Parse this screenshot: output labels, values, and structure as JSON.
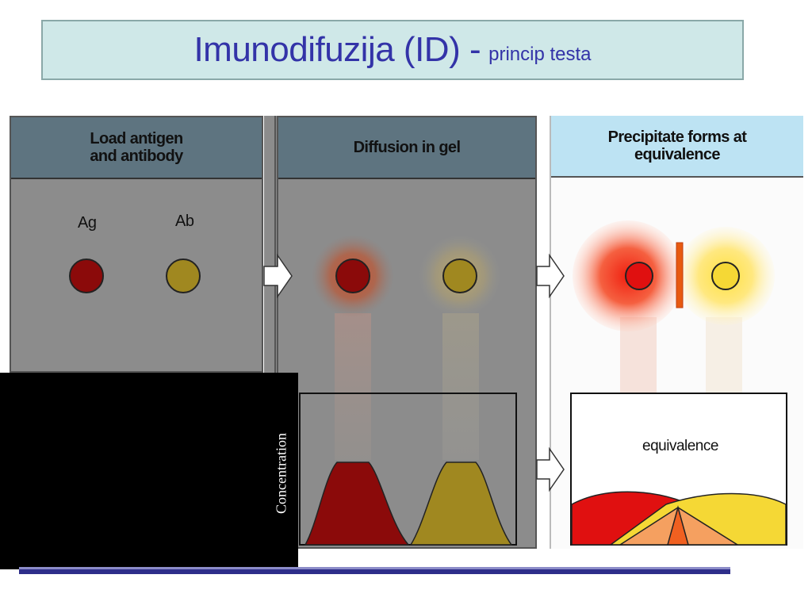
{
  "title": {
    "main": "Imunodifuzija (ID) -",
    "sub": "princip testa"
  },
  "panels": [
    {
      "header_line1": "Load antigen",
      "header_line2": "and antibody"
    },
    {
      "header_line1": "Diffusion in gel",
      "header_line2": ""
    },
    {
      "header_line1": "Precipitate forms at",
      "header_line2": "equivalence"
    }
  ],
  "labels": {
    "antigen": "Ag",
    "antibody": "Ab",
    "equivalence": "equivalence",
    "concentration": "Concentration"
  },
  "colors": {
    "antigen": "#8b0a0a",
    "antigen_bright": "#e01010",
    "antibody": "#a08820",
    "antibody_bright": "#f5d835",
    "title_text": "#3333a8",
    "title_bg": "#cfe8e8",
    "bottom_bar": "#2e2e8a"
  },
  "icons": [
    "right-arrow-icon"
  ]
}
